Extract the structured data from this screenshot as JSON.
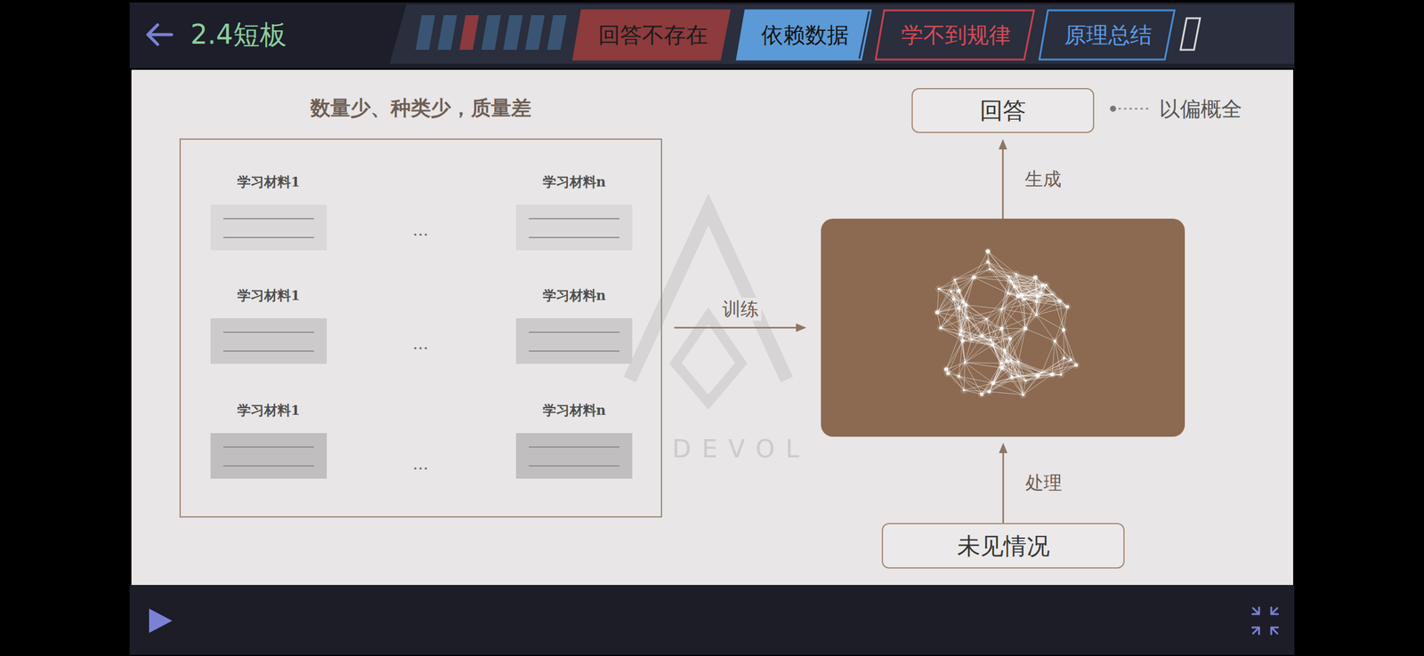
{
  "diagram": {
    "title": "2.4短板",
    "nodes": [
      {
        "text": [
          "回答不存在"
        ]
      },
      {
        "text": [
          "依赖数据"
        ]
      },
      {
        "text": [
          "学不到规律"
        ]
      },
      {
        "text": [
          "原理总结"
        ]
      },
      {
        "text": [
          "数量少、种类少，质量差"
        ]
      },
      {
        "text": [
          "学习材料1"
        ],
        "in": 4
      },
      {
        "text": [
          "学习材料n"
        ],
        "in": 4
      },
      {
        "text": [
          "学习材料1"
        ],
        "in": 4
      },
      {
        "text": [
          "学习材料n"
        ],
        "in": 4
      },
      {
        "text": [
          "学习材料1"
        ],
        "in": 4
      },
      {
        "text": [
          "学习材料n"
        ],
        "in": 4
      },
      {
        "text": [
          "回答"
        ]
      },
      {
        "text": []
      },
      {
        "text": [
          "未见情况"
        ]
      }
    ],
    "edges": [
      {
        "from": 4,
        "to": 12,
        "arrow": "to",
        "label": "训练"
      },
      {
        "from": 12,
        "to": 11,
        "arrow": "to",
        "label": "生成"
      },
      {
        "from": 13,
        "to": 12,
        "arrow": "to",
        "label": "处理"
      }
    ],
    "labels": [
      "…",
      "…",
      "…",
      "以偏概全",
      "DEVOL"
    ]
  }
}
